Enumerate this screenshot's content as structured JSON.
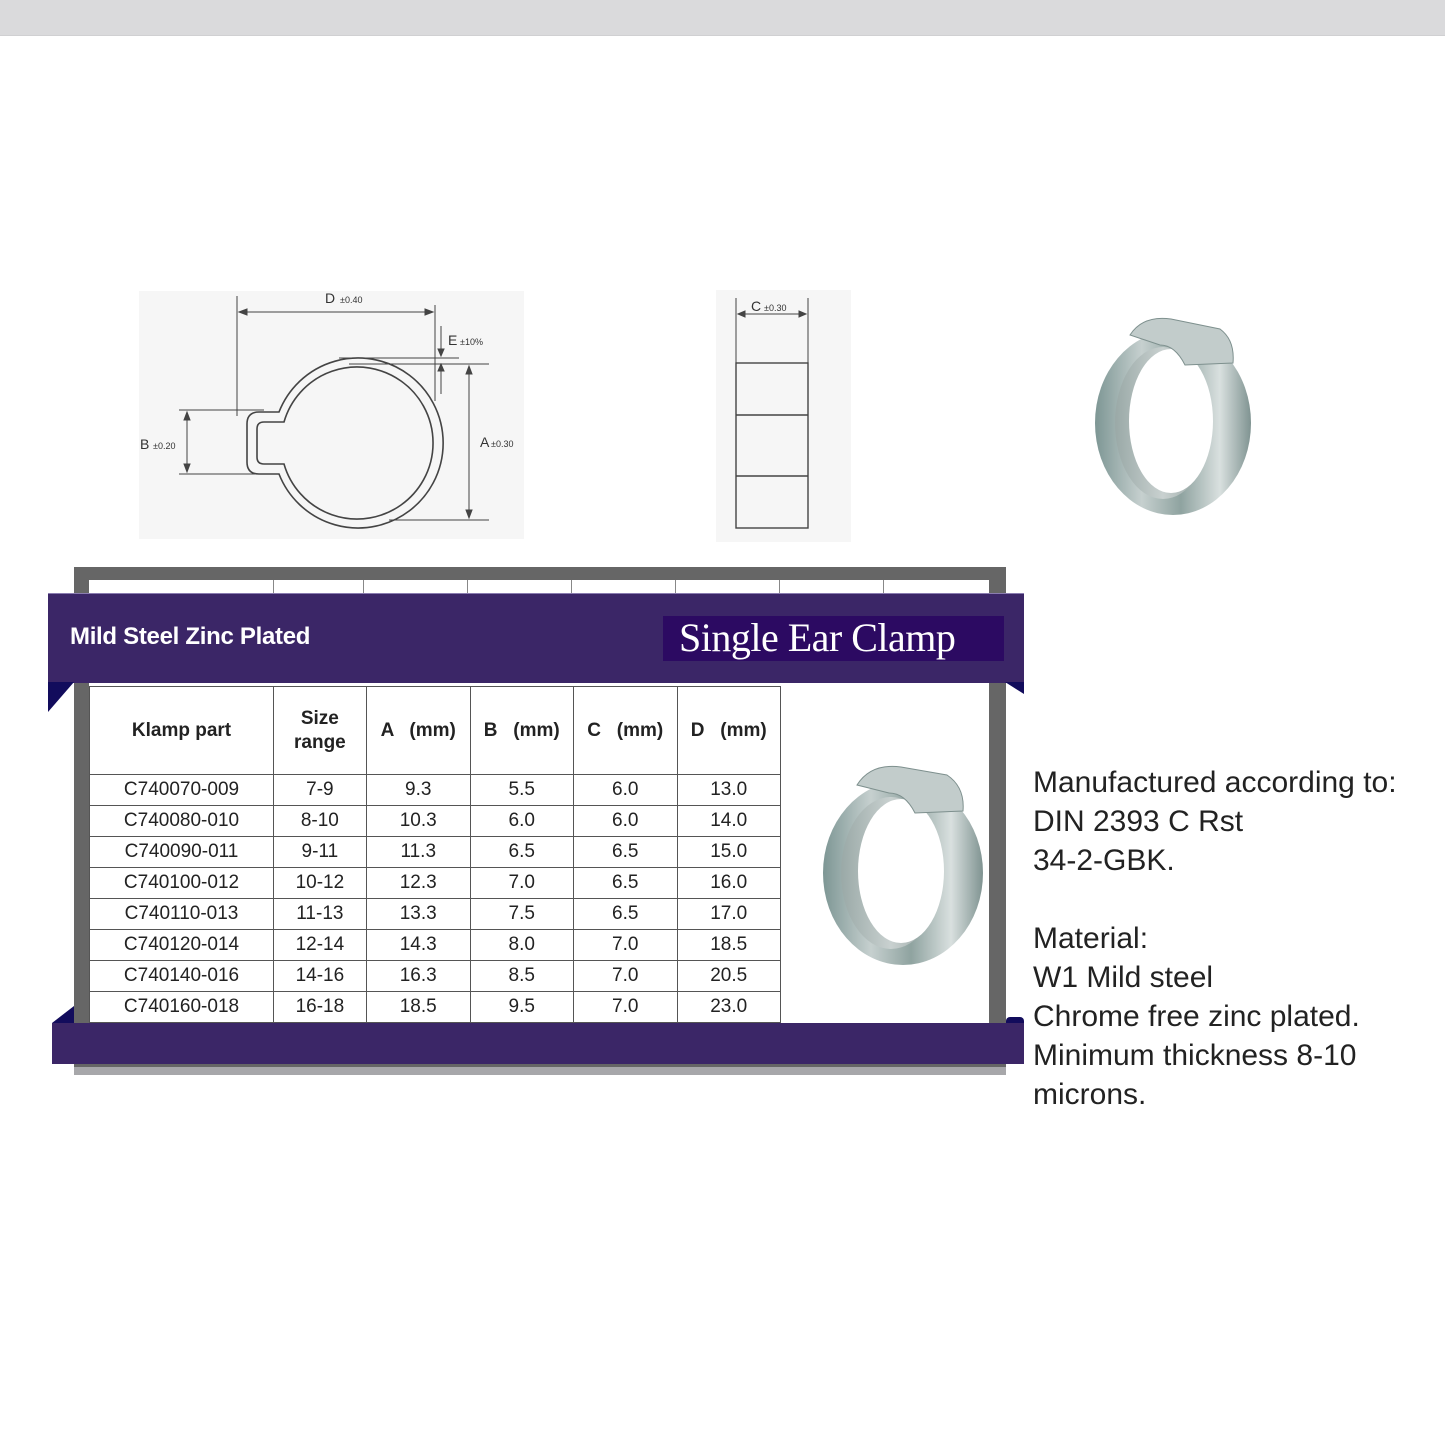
{
  "drawing_front": {
    "label_d": "D",
    "tol_d": "±0.40",
    "label_e": "E",
    "tol_e": "±10%",
    "label_a": "A",
    "tol_a": "±0.30",
    "label_b": "B",
    "tol_b": "±0.20"
  },
  "drawing_side": {
    "label_c": "C",
    "tol_c": "±0.30"
  },
  "banner": {
    "left_title": "Mild Steel Zinc Plated",
    "right_title": "Single Ear Clamp",
    "colors": {
      "band": "#3b2667",
      "title_box": "#2c0a62",
      "fold": "#120c5c",
      "frame": "#666666"
    }
  },
  "table": {
    "headers": [
      "Klamp part",
      "Size range",
      "A   (mm)",
      "B   (mm)",
      "C   (mm)",
      "D   (mm)"
    ],
    "rows": [
      [
        "C740070-009",
        "7-9",
        "9.3",
        "5.5",
        "6.0",
        "13.0"
      ],
      [
        "C740080-010",
        "8-10",
        "10.3",
        "6.0",
        "6.0",
        "14.0"
      ],
      [
        "C740090-011",
        "9-11",
        "11.3",
        "6.5",
        "6.5",
        "15.0"
      ],
      [
        "C740100-012",
        "10-12",
        "12.3",
        "7.0",
        "6.5",
        "16.0"
      ],
      [
        "C740110-013",
        "11-13",
        "13.3",
        "7.5",
        "6.5",
        "17.0"
      ],
      [
        "C740120-014",
        "12-14",
        "14.3",
        "8.0",
        "7.0",
        "18.5"
      ],
      [
        "C740140-016",
        "14-16",
        "16.3",
        "8.5",
        "7.0",
        "20.5"
      ],
      [
        "C740160-018",
        "16-18",
        "18.5",
        "9.5",
        "7.0",
        "23.0"
      ]
    ]
  },
  "description": {
    "line1": "Manufactured according to:",
    "line2": "DIN 2393 C Rst",
    "line3": "34-2-GBK.",
    "line4": "Material:",
    "line5": "W1 Mild steel",
    "line6": "Chrome free zinc plated.",
    "line7": "Minimum thickness 8-10",
    "line8": "microns."
  },
  "images": {
    "top_photo": "single-ear-clamp-photo",
    "middle_photo": "single-ear-clamp-photo"
  }
}
